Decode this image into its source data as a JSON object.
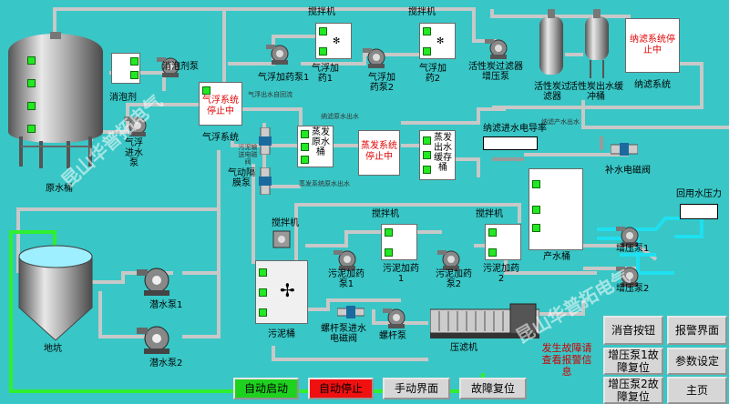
{
  "labels": {
    "raw_tank": "原水桶",
    "cleaning_agent": "消泡剂",
    "defoamer_pump": "消泡剂泵",
    "flotation_inlet_pump": "气浮进水泵",
    "flotation_system": "气浮系统",
    "flotation_dosing_pump_1": "气浮加药泵1",
    "flotation_dosing_pump_2": "气浮加药泵2",
    "flotation_dosing_1": "气浮加药1",
    "flotation_dosing_2": "气浮加药2",
    "stirrer_1": "搅拌机",
    "stirrer_2": "搅拌机",
    "sludge_valve": "污泥输送电磁阀",
    "flotation_out_self_valve": "气浮出水自回流",
    "pneumatic_diaphragm_pump": "气动隔膜泵",
    "evap_raw_tank": "蒸发原水桶",
    "evap_system": "蒸发系统",
    "evap_out_tank": "蒸发出水缓存桶",
    "evap_raw_water_out": "蒸发系统原水出水",
    "nf_raw_water_out": "纳滤原水出水",
    "nf_product_water_out": "纳滤产水出水",
    "carbon_filter_pump": "活性炭过滤器增压泵",
    "carbon_filter": "活性炭过滤器",
    "carbon_out_tank": "活性炭出水缓冲桶",
    "nf_system": "纳滤系统",
    "nf_inlet_conductivity": "纳滤进水电导率",
    "makeup_valve": "补水电磁阀",
    "reuse_pressure": "回用水压力",
    "product_tank": "产水桶",
    "booster_pump_1": "增压泵1",
    "booster_pump_2": "增压泵2",
    "stirrer_sludge": "搅拌机",
    "stirrer_3": "搅拌机",
    "stirrer_4": "搅拌机",
    "sludge_dosing_pump_1": "污泥加药泵1",
    "sludge_dosing_pump_2": "污泥加药泵2",
    "sludge_dosing_1": "污泥加药1",
    "sludge_dosing_2": "污泥加药2",
    "sludge_tank": "污泥桶",
    "screw_pump_inlet_valve": "螺杆泵进水电磁阀",
    "screw_pump": "螺杆泵",
    "filter_press": "压滤机",
    "pit": "地坑",
    "submersible_pump_1": "潜水泵1",
    "submersible_pump_2": "潜水泵2"
  },
  "status": {
    "flotation": "气浮系统停止中",
    "evap": "蒸发系统停止中",
    "nf": "纳滤系统停止中"
  },
  "alarm": {
    "text": "发生故障请查看报警信息"
  },
  "watermark": "昆山华普拓电气",
  "buttons": {
    "auto_start": "自动启动",
    "auto_stop": "自动停止",
    "manual": "手动界面",
    "fault_reset": "故障复位",
    "mute": "消音按钮",
    "alarm_screen": "报警界面",
    "booster1_reset": "增压泵1故障复位",
    "params": "参数设定",
    "booster2_reset": "增压泵2故障复位",
    "home": "主页"
  }
}
